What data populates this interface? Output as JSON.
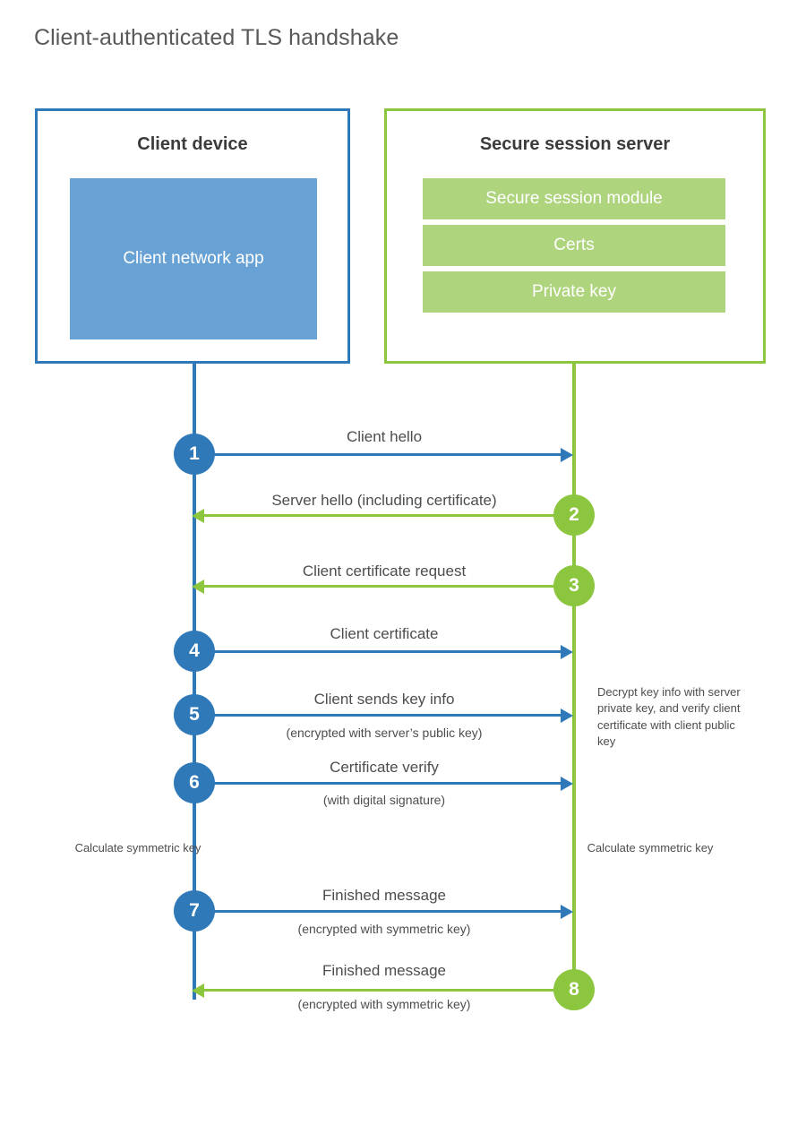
{
  "title": "Client-authenticated TLS handshake",
  "colors": {
    "client_blue": "#3079b8",
    "client_app_fill": "#68a2d4",
    "server_green": "#8cc63f",
    "server_bar_fill": "#afd47e",
    "text_gray": "#4d4d4d",
    "title_gray": "#595959"
  },
  "actors": {
    "client": {
      "title": "Client device",
      "app_label": "Client network app"
    },
    "server": {
      "title": "Secure session server",
      "bars": [
        {
          "label": "Secure session module"
        },
        {
          "label": "Certs"
        },
        {
          "label": "Private key"
        }
      ]
    }
  },
  "steps": [
    {
      "number": "1",
      "label": "Client hello",
      "sublabel": "",
      "direction": "client-to-server",
      "color": "blue"
    },
    {
      "number": "2",
      "label": "Server hello (including certificate)",
      "sublabel": "",
      "direction": "server-to-client",
      "color": "green"
    },
    {
      "number": "3",
      "label": "Client certificate request",
      "sublabel": "",
      "direction": "server-to-client",
      "color": "green"
    },
    {
      "number": "4",
      "label": "Client certificate",
      "sublabel": "",
      "direction": "client-to-server",
      "color": "blue"
    },
    {
      "number": "5",
      "label": "Client sends key info",
      "sublabel": "(encrypted with server’s public key)",
      "direction": "client-to-server",
      "color": "blue"
    },
    {
      "number": "6",
      "label": "Certificate verify",
      "sublabel": "(with digital signature)",
      "direction": "client-to-server",
      "color": "blue"
    },
    {
      "number": "7",
      "label": "Finished message",
      "sublabel": "(encrypted with symmetric key)",
      "direction": "client-to-server",
      "color": "blue"
    },
    {
      "number": "8",
      "label": "Finished message",
      "sublabel": "(encrypted with symmetric key)",
      "direction": "server-to-client",
      "color": "green"
    }
  ],
  "annotations": {
    "server_decrypt": "Decrypt key info with server private key, and verify client certificate with client public key",
    "client_calculate": "Calculate symmetric key",
    "server_calculate": "Calculate symmetric key"
  }
}
